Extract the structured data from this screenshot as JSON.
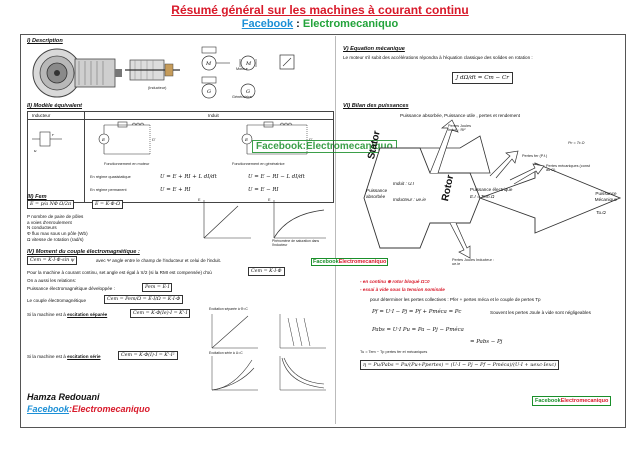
{
  "header": {
    "title": "Résumé général sur les machines à courant continu",
    "facebook": "Facebook",
    "separator": " : ",
    "page_name": "Electromecaniquo"
  },
  "left": {
    "s1": {
      "title": "I) Description",
      "labels": [
        "Moteur",
        "Génératrice"
      ],
      "caption": "(Inducteur)"
    },
    "s2": {
      "title": "II) Modèle équivalent",
      "col_inducteur": "Inducteur",
      "col_induit": "Induit",
      "fonct_moteur": "Fonctionnement en moteur",
      "fonct_gen": "Fonctionnement en génératrice",
      "regime_quasi": "En régime quasistatique",
      "regime_perm": "En régime permanent",
      "eq_quasi_m": "U = E + RI + L dI/dt",
      "eq_perm_m": "U = E + RI",
      "eq_quasi_g": "U = E − RI − L dI/dt",
      "eq_perm_g": "U = E − RI"
    },
    "s3": {
      "title": "III) Fem",
      "formula1": "E = p/a NΦ Ω/2π",
      "formula2": "E = K·Φ·Ω",
      "legend": [
        "P nombre de paire de pôles",
        "a voies d'enroulement",
        "N conducteurs",
        "Φ flux max sous un pôle (Wb)",
        "Ω vitesse de rotation (rad/s)"
      ],
      "graph2_caption": "Phénomène de saturation dans l'inducteur",
      "graph1_label": "E",
      "graph2_label": "E"
    },
    "s4": {
      "title": "IV) Moment du couple électromagnétique :",
      "formula_c": "Cem = K·I·Φ·sin ψ",
      "formula_c_note": "avec Ψ angle entre le champ de l'inducteur et celui de l'induit.",
      "dc_text": "Pour la machine à courant continu, set angle est égal à π/2 (si la RMI est compensée) d'où",
      "dc_formula": "Cem = K·I·Φ",
      "also_text": "On a aussi les relations:",
      "p_text": "Puissance électromagnétique développée :",
      "p_formula": "Pem = E·I",
      "c_text": "Le couple électromagnétique",
      "c_formula": "Cem = Pem/Ω = E·I/Ω = K·I·Φ",
      "sep_text": "Si la machine est à",
      "sep_kind": "excitation séparée",
      "sep_formula": "Cem = K·Φ(Ie)·I = K'·I",
      "ser_text": "Si la machine est à",
      "ser_kind": "excitation série",
      "ser_formula": "Cem = K·Φ(I)·I = K'·I²",
      "graph_sep_title": "Excitation séparée à Φ=C",
      "graph_ser_title": "Excitation série à U=C"
    },
    "author": "Hamza Redouani",
    "author_fb": "Facebook",
    "author_page": ":Electromecaniquo"
  },
  "right": {
    "s5": {
      "title": "V) Equation mécanique",
      "text": "Le moteur s'il subit des accélérations répondra à l'équation classique des solides en rotation :",
      "formula": "J dΩ/dt = Cm − Cr"
    },
    "s6": {
      "title": "VI) Bilan des puissances",
      "subtitle": "Puissance absorbée, Puissance utile , pertes et rendement",
      "stator": "Stator",
      "rotor": "Rotor",
      "p_absorbee": "Puissance absorbée",
      "induit_ui": "Induit : U.I",
      "inducteur": "Inducteur : ue.ie",
      "p_elec": "Puissance électrique",
      "p_elec_f": "E.I = Tem.Ω",
      "pj_induit": "Pertes Joules Induit : RI²",
      "pfer": "Pertes fer (P.f.)",
      "pmeca": "Pertes mécaniques (const au Ω)",
      "pc": "Pc = Tc.Ω",
      "p_meca_utile": "Puissance Mécanique",
      "p_meca_f": "Tu.Ω",
      "pj_inducteur": "Pertes Joules Inducteur : ue.ie",
      "line_rotor": "- en continu  ⊕ rotor bloqué Ω=0",
      "line_vide": "- essai à vide sous la tension nominale",
      "line_pc": "pour déterminer les pertes collectives : Pfer + pertes méca et le couple de pertes Tp",
      "eq_pf": "Pf = U·I − Pj = Pf + Pméca = Pc",
      "eq_note": "Souvent les pertes Joule à vide sont négligeables",
      "eq_pabs": "Pabs = U·I    Pu = Pa − Pj − Pméca",
      "eq_pabs2": "= Pabs − Pj",
      "eta_note": "Tu = Tem − Tp  pertes fer et mécaniques",
      "eta_formula": "η = Pu/Pabs = Pu/(Pu+Ppertes) = (U·I − Pj − Pf − Pméca)/(U·I + uexc·Iexc)"
    },
    "watermark1": "Facebook:Electromecaniquo",
    "watermark_left": "Facebook",
    "watermark_right": "Electromecaniquo"
  },
  "colors": {
    "title_red": "#d8192a",
    "facebook_blue": "#1b8fd6",
    "brand_green": "#22a33a"
  }
}
